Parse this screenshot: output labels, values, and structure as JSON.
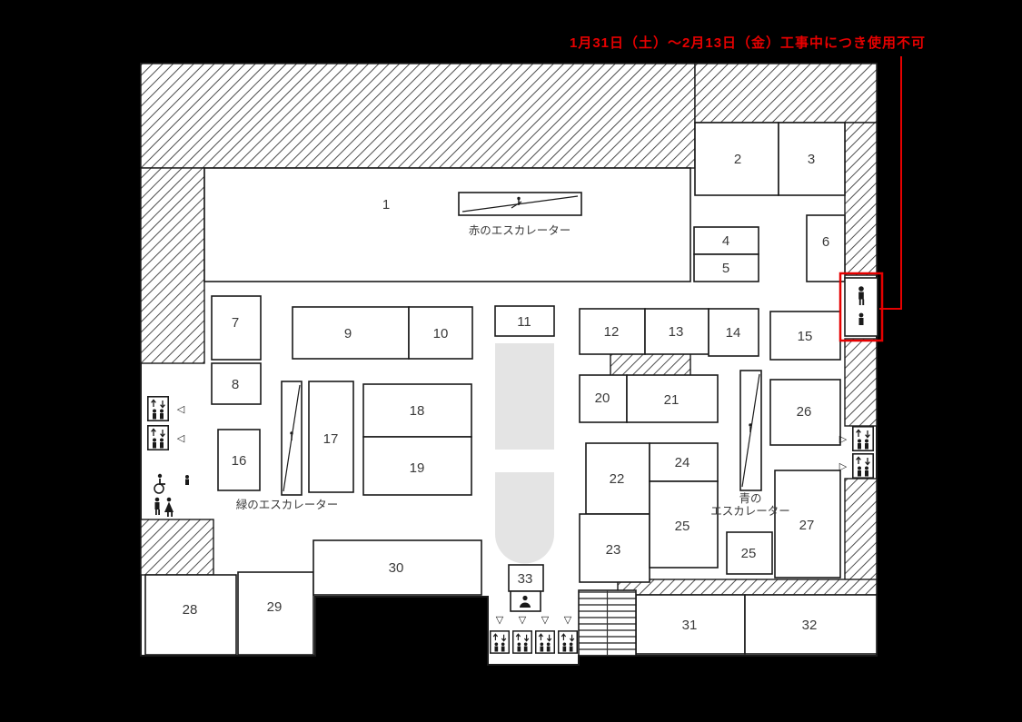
{
  "notice": {
    "text": "1月31日（土）～2月13日（金）工事中につき使用不可"
  },
  "escalators": {
    "red": "赤のエスカレーター",
    "green": "緑のエスカレーター",
    "blue_line1": "青の",
    "blue_line2": "エスカレーター"
  },
  "rooms": {
    "r1": "1",
    "r2": "2",
    "r3": "3",
    "r4": "4",
    "r5": "5",
    "r6": "6",
    "r7": "7",
    "r8": "8",
    "r9": "9",
    "r10": "10",
    "r11": "11",
    "r12": "12",
    "r13": "13",
    "r14": "14",
    "r15": "15",
    "r16": "16",
    "r17": "17",
    "r18": "18",
    "r19": "19",
    "r20": "20",
    "r21": "21",
    "r22": "22",
    "r23": "23",
    "r24": "24",
    "r25a": "25",
    "r25b": "25",
    "r26": "26",
    "r27": "27",
    "r28": "28",
    "r29": "29",
    "r30": "30",
    "r31": "31",
    "r32": "32",
    "r33": "33"
  },
  "icons": {
    "down_triangle": "▽",
    "left_triangle": "◁",
    "right_triangle": "▷",
    "elevator": "box-with-up-down-arrows-and-figures",
    "stairs": "ladder-hatch-block",
    "escalator": "diagonal-line-with-figure",
    "wheelchair": "wheel-with-figure",
    "restroom_person": "stick-figure",
    "baby": "small-stick-figure"
  },
  "colors": {
    "accent_red": "#e60000",
    "area_grey": "#e4e4e4",
    "wall_black": "#1a1a1a",
    "background": "#000000"
  }
}
